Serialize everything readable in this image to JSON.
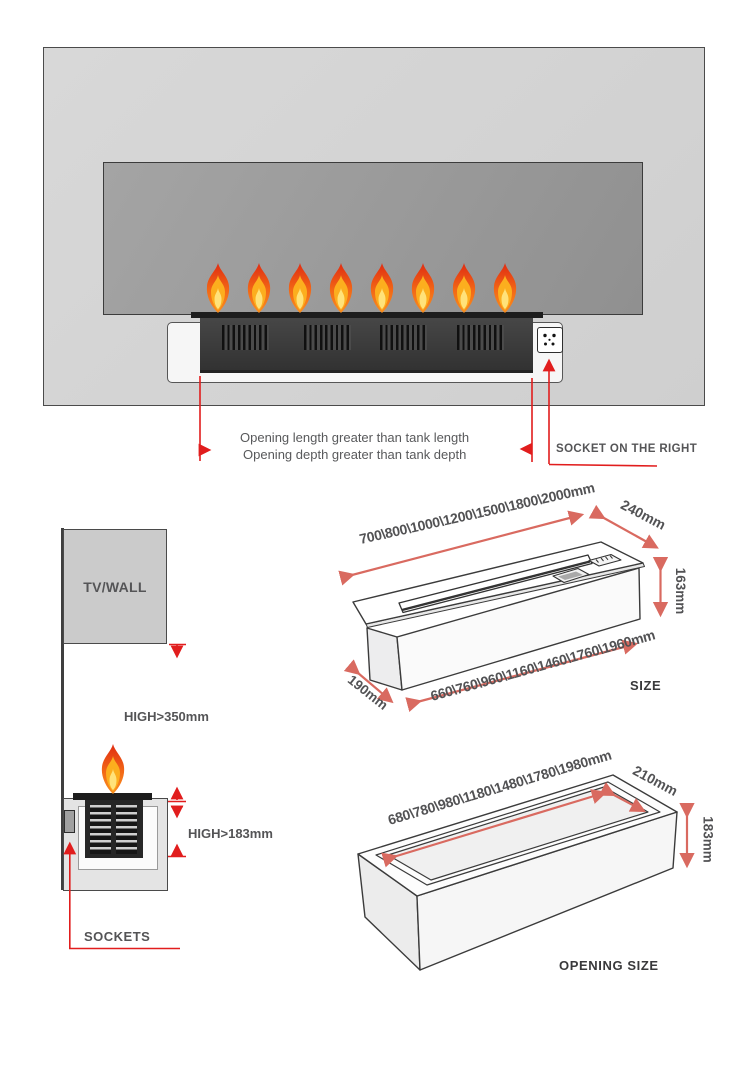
{
  "front_view": {
    "note_line1": "Opening length greater than tank length",
    "note_line2": "Opening depth greater than tank depth",
    "socket_label": "SOCKET ON THE RIGHT"
  },
  "side_view": {
    "tv_wall_label": "TV/WALL",
    "clearance_above_label": "HIGH>350mm",
    "insert_height_label": "HIGH>183mm",
    "sockets_label": "SOCKETS"
  },
  "size_diagram": {
    "title": "SIZE",
    "overall_length_options": "700\\800\\1000\\1200\\1500\\1800\\2000mm",
    "top_depth": "240mm",
    "height": "163mm",
    "body_depth": "190mm",
    "body_length_options": "660\\760\\960\\1160\\1460\\1760\\1960mm"
  },
  "opening_diagram": {
    "title": "OPENING SIZE",
    "length_options": "680\\780\\980\\1180\\1480\\1780\\1980mm",
    "depth": "210mm",
    "height": "183mm"
  },
  "colors": {
    "annotation_red": "#e11d1d",
    "dimension_salmon": "#d96a60",
    "label_gray": "#545456"
  }
}
